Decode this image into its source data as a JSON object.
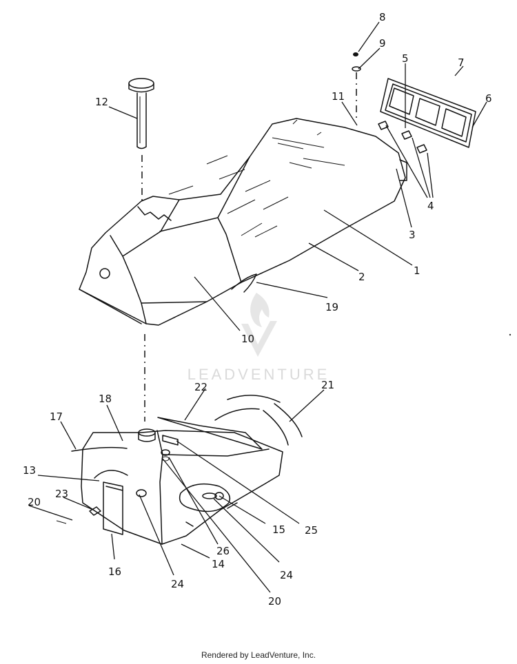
{
  "labels": {
    "l1": "1",
    "l2": "2",
    "l3": "3",
    "l4": "4",
    "l5": "5",
    "l6": "6",
    "l7": "7",
    "l8": "8",
    "l9": "9",
    "l10": "10",
    "l11": "11",
    "l12": "12",
    "l13": "13",
    "l14": "14",
    "l15": "15",
    "l16": "16",
    "l17": "17",
    "l18": "18",
    "l19": "19",
    "l20a": "20",
    "l20b": "20",
    "l21": "21",
    "l22": "22",
    "l23": "23",
    "l24a": "24",
    "l24b": "24",
    "l25": "25",
    "l26": "26"
  },
  "watermark": {
    "text": "LEADVENTURE"
  },
  "footer": {
    "text": "Rendered by LeadVenture, Inc."
  }
}
